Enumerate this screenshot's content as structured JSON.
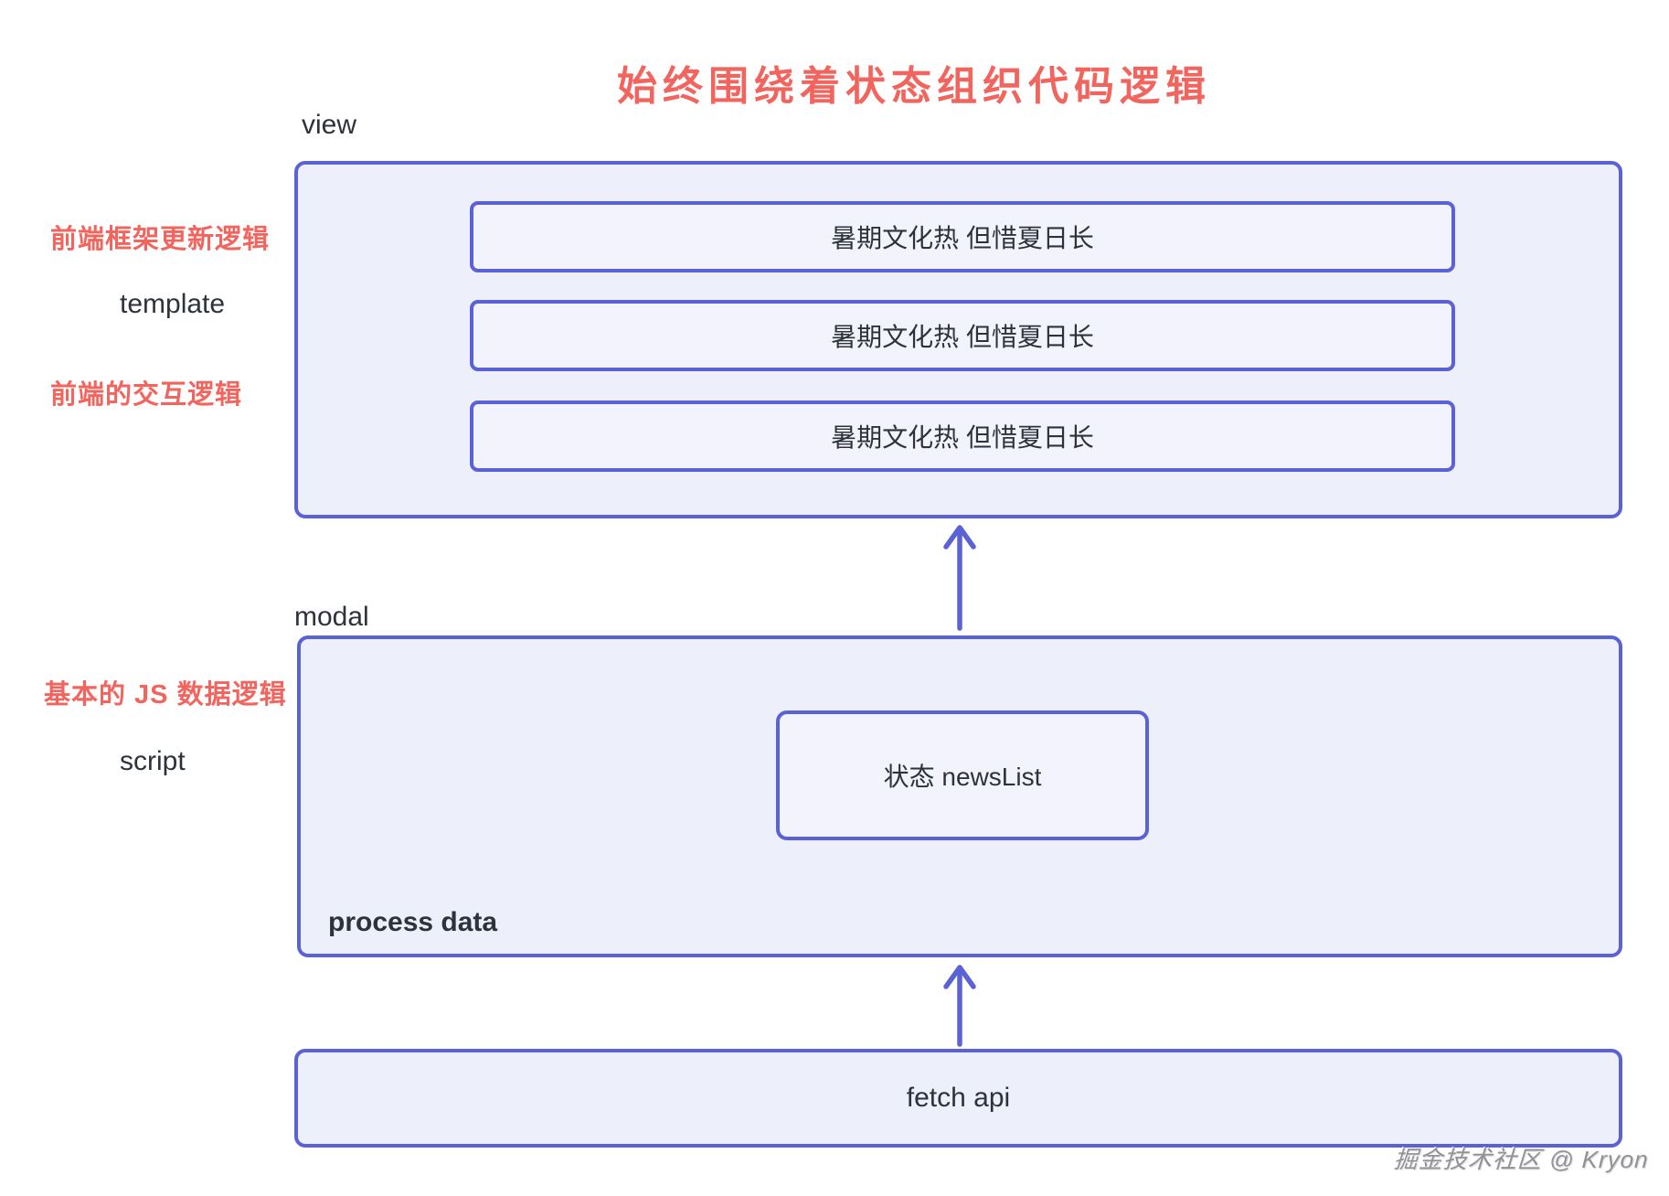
{
  "title": "始终围绕着状态组织代码逻辑",
  "colors": {
    "accent_red": "#f2655e",
    "indigo_border": "#5a62d6",
    "box_fill_outer": "#edeffa",
    "box_fill_inner": "#f2f3fc",
    "dark_text": "#2d323b",
    "background": "#ffffff"
  },
  "annotations": {
    "frontend_framework_update_logic": "前端框架更新逻辑",
    "template": "template",
    "frontend_interaction_logic": "前端的交互逻辑",
    "basic_js_data_logic": "基本的 JS 数据逻辑",
    "script": "script"
  },
  "view": {
    "label": "view",
    "items": [
      "暑期文化热 但惜夏日长",
      "暑期文化热 但惜夏日长",
      "暑期文化热 但惜夏日长"
    ]
  },
  "modal": {
    "label": "modal",
    "state_label": "状态 newsList",
    "process_label": "process data"
  },
  "fetch": {
    "label": "fetch api"
  },
  "watermark": "掘金技术社区 @ Kryon"
}
